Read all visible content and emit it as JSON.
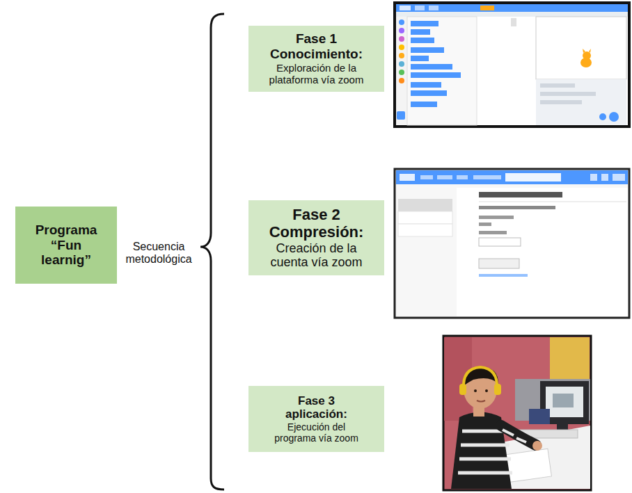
{
  "diagram": {
    "nodes": [
      {
        "text": [
          "Programa “Fun learnig”"
        ]
      },
      {
        "text": [
          "Fase 1 Conocimiento:",
          "Exploración de la plataforma vía zoom"
        ]
      },
      {
        "text": [
          "Fase 2 Compresión:",
          "Creación de la cuenta vía zoom"
        ]
      },
      {
        "text": [
          "Fase 3 aplicación:",
          "Ejecución del programa vía zoom"
        ]
      }
    ],
    "labels": [
      "Secuencia metodológica"
    ]
  }
}
